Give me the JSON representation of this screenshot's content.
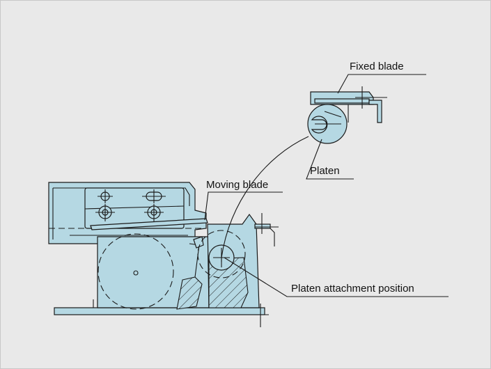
{
  "labels": {
    "fixed_blade": "Fixed blade",
    "platen": "Platen",
    "moving_blade": "Moving blade",
    "platen_attachment_position": "Platen attachment position"
  },
  "colors": {
    "background": "#e9e9e9",
    "part_fill": "#b5d8e3",
    "line": "#1a1a1a"
  }
}
